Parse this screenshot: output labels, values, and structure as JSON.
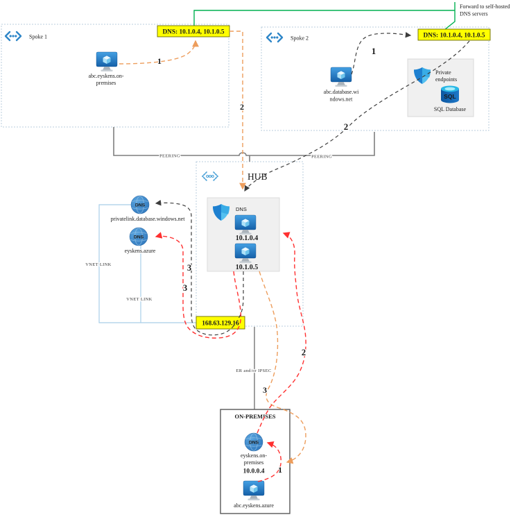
{
  "spoke1": {
    "label": "Spoke 1",
    "vm_line1": "abc.eyskens.on-",
    "vm_line2": "premises",
    "dns_box": "DNS: 10.1.0.4, 10.1.0.5"
  },
  "spoke2": {
    "label": "Spoke 2",
    "vm_line1": "abc.database.wi",
    "vm_line2": "ndows.net",
    "dns_box": "DNS: 10.1.0.4, 10.1.0.5",
    "pe_line1": "Private",
    "pe_line2": "endpoints",
    "sql_text": "SQL",
    "sql_label": "SQL Database"
  },
  "callout": {
    "line1": "Forward to self-hosted",
    "line2": "DNS servers"
  },
  "peering": {
    "left": "PEERING",
    "right": "PEERING"
  },
  "hub": {
    "label": "HUB",
    "dns_title": "DNS",
    "vm1_ip": "10.1.0.4",
    "vm2_ip": "10.1.0.5",
    "wireserver": "168.63.129.16"
  },
  "zones": {
    "zone1_ball": "DNS",
    "zone1_label": "privatelink.database.windows.net",
    "zone2_ball": "DNS",
    "zone2_label": "eyskens.azure",
    "vnet_link1": "VNET LINK",
    "vnet_link2": "VNET LINK"
  },
  "link": {
    "er_label": "ER and/or IPSEC"
  },
  "onprem": {
    "title": "ON-PREMISES",
    "ball": "DNS",
    "line1": "eyskens.on-",
    "line2": "premises",
    "ip": "10.0.0.4",
    "vm_label": "abc.eyskens.azure"
  },
  "flows": {
    "orange1": "1",
    "orange2": "2",
    "orange3": "3",
    "black1": "1",
    "black2": "2",
    "black3": "3",
    "red1": "1",
    "red2": "2",
    "red3": "3"
  },
  "colors": {
    "dns_box_bg": "#FFFF00",
    "callout_line": "#00B050",
    "flow_spoke1": "#ED9D5C",
    "flow_spoke2": "#3d3d3d",
    "flow_onprem": "#FF3030",
    "vnet_link_line": "#A8CEE8",
    "azure_blue": "#2E86C8",
    "box_gray": "#F0F0F0"
  }
}
